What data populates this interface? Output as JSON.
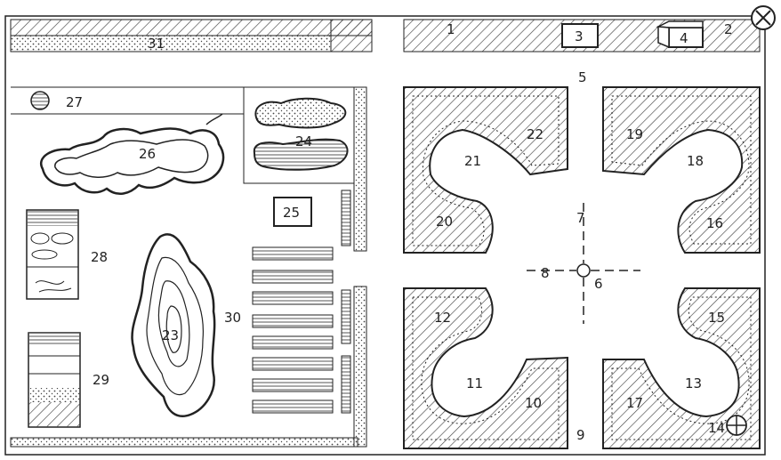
{
  "colors": {
    "ink": "#222222",
    "paper": "#ffffff",
    "hatch": "#444444"
  },
  "icons": [
    "compass-circle-x-icon",
    "compass-circle-plus-icon",
    "box-icon",
    "center-point-icon"
  ],
  "labels": {
    "n1": "1",
    "n2": "2",
    "n3": "3",
    "n4": "4",
    "n5": "5",
    "n6": "6",
    "n7": "7",
    "n8": "8",
    "n9": "9",
    "n10": "10",
    "n11": "11",
    "n12": "12",
    "n13": "13",
    "n14": "14",
    "n15": "15",
    "n16": "16",
    "n17": "17",
    "n18": "18",
    "n19": "19",
    "n20": "20",
    "n21": "21",
    "n22": "22",
    "n23": "23",
    "n24": "24",
    "n25": "25",
    "n26": "26",
    "n27": "27",
    "n28": "28",
    "n29": "29",
    "n30": "30",
    "n31": "31"
  }
}
